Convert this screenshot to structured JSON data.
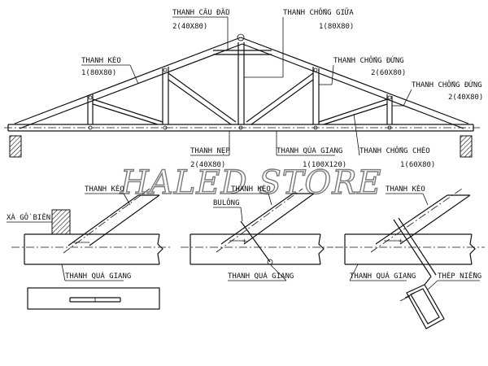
{
  "watermark": "HALED STORE",
  "truss_labels": {
    "thanh_cau_dau": "THANH CÂU ĐẦU",
    "thanh_cau_dau_dim": "2(40X80)",
    "thanh_chong_giua": "THANH CHỐNG GIỮA",
    "thanh_chong_giua_dim": "1(80X80)",
    "thanh_keo": "THANH KÈO",
    "thanh_keo_dim": "1(80X80)",
    "thanh_chong_dung_1": "THANH CHỐNG ĐỨNG",
    "thanh_chong_dung_1_dim": "2(60X80)",
    "thanh_chong_dung_2": "THANH CHỐNG ĐỨNG",
    "thanh_chong_dung_2_dim": "2(40X80)",
    "thanh_nep": "THANH NẸP",
    "thanh_nep_dim": "2(40X80)",
    "thanh_qua_giang": "THANH QÚA GIANG",
    "thanh_qua_giang_dim": "1(100X120)",
    "thanh_chong_cheo": "THANH CHỐNG CHÉO",
    "thanh_chong_cheo_dim": "1(60X80)"
  },
  "detail_1": {
    "thanh_keo": "THANH KÈO",
    "xa_go_bien": "XÀ GỒ BIÊN",
    "thanh_qua_giang": "THANH QUÁ GIANG"
  },
  "detail_2": {
    "thanh_keo": "THANH KÈO",
    "bulong": "BULÔNG",
    "thanh_qua_giang": "THANH QUÁ GIANG"
  },
  "detail_3": {
    "thanh_keo": "THANH KÈO",
    "thanh_qua_giang": "THANH QUÁ GIANG",
    "thep_nieng": "THÉP NIỀNG"
  }
}
